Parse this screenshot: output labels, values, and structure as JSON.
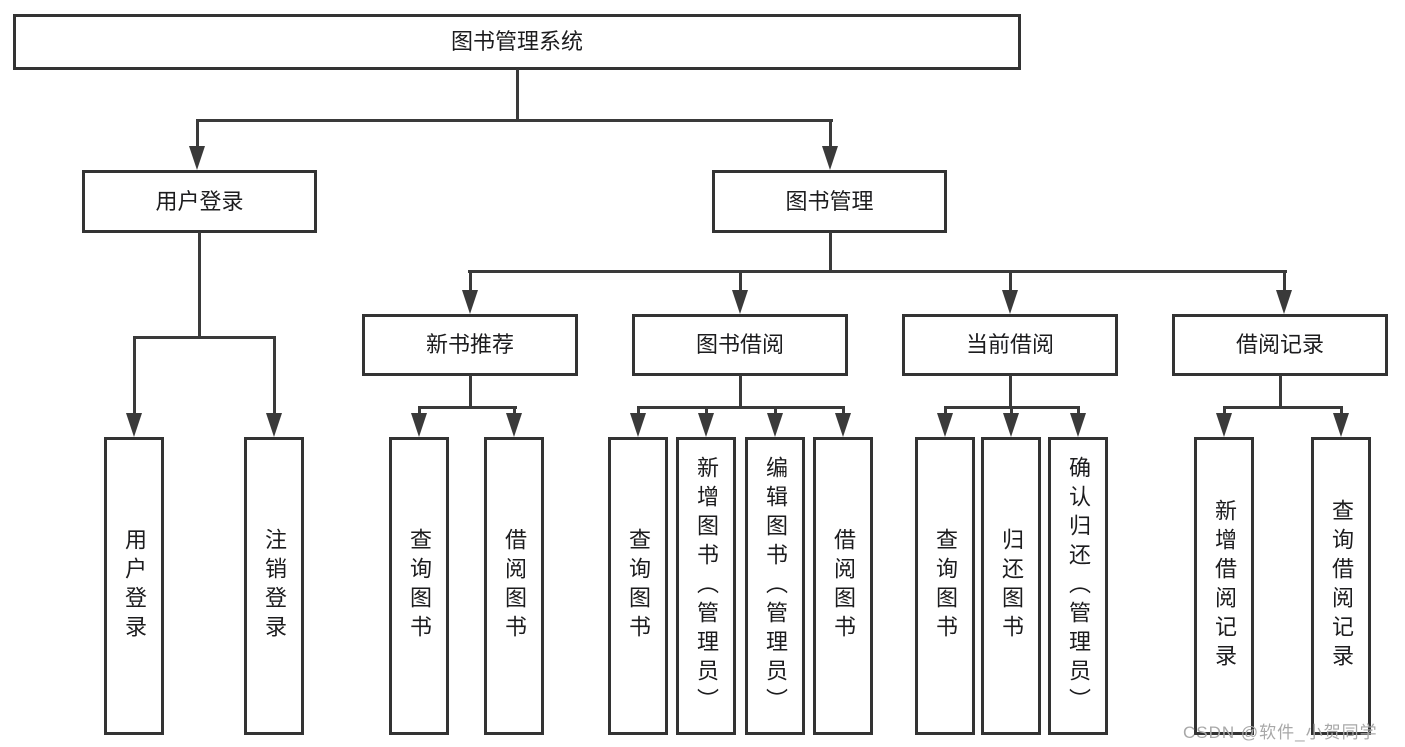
{
  "colors": {
    "line": "#3a3a3a",
    "border": "#333333",
    "text": "#1c1c1e",
    "background": "#ffffff",
    "watermark": "#a8a8a8"
  },
  "diagram": {
    "root": {
      "label": "图书管理系统"
    },
    "branches": [
      {
        "label": "用户登录",
        "children": [
          {
            "label": "用户登录"
          },
          {
            "label": "注销登录"
          }
        ]
      },
      {
        "label": "图书管理",
        "children": [
          {
            "label": "新书推荐",
            "children": [
              {
                "label": "查询图书"
              },
              {
                "label": "借阅图书"
              }
            ]
          },
          {
            "label": "图书借阅",
            "children": [
              {
                "label": "查询图书"
              },
              {
                "label": "新增图书（管理员）"
              },
              {
                "label": "编辑图书（管理员）"
              },
              {
                "label": "借阅图书"
              }
            ]
          },
          {
            "label": "当前借阅",
            "children": [
              {
                "label": "查询图书"
              },
              {
                "label": "归还图书"
              },
              {
                "label": "确认归还（管理员）"
              }
            ]
          },
          {
            "label": "借阅记录",
            "children": [
              {
                "label": "新增借阅记录"
              },
              {
                "label": "查询借阅记录"
              }
            ]
          }
        ]
      }
    ]
  },
  "watermark": {
    "text": "CSDN @软件_小贺同学"
  }
}
